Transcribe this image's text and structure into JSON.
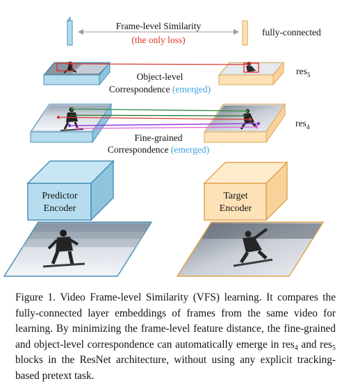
{
  "diagram": {
    "top_label": "Frame-level Similarity",
    "top_sublabel": "(the only loss)",
    "fc_label": "fully-connected",
    "res5_label_base": "res",
    "res5_label_sub": "5",
    "res4_label_base": "res",
    "res4_label_sub": "4",
    "object_line1": "Object-level",
    "object_line2": "Correspondence",
    "object_emerged": "(emerged)",
    "fine_line1": "Fine-grained",
    "fine_line2": "Correspondence",
    "fine_emerged": "(emerged)",
    "predictor_line1": "Predictor",
    "predictor_line2": "Encoder",
    "target_line1": "Target",
    "target_line2": "Encoder",
    "colors": {
      "blue_face": "#b5dcef",
      "blue_edge": "#4a90b8",
      "orange_face": "#fde2b8",
      "orange_edge": "#e0a552",
      "loss_red": "#e0301e",
      "emerged_blue": "#3ea0e0"
    }
  },
  "caption": {
    "part1": "Figure 1.  Video Frame-level Similarity (VFS) learning. It compares the fully-connected layer embeddings of frames from the same video for learning. By minimizing the frame-level feature distance, the fine-grained and object-level correspondence can automatically emerge in res",
    "res4_sub": "4",
    "part2": " and res",
    "res5_sub": "5",
    "part3": " blocks in the ResNet architecture, without using any explicit tracking-based pretext task."
  }
}
